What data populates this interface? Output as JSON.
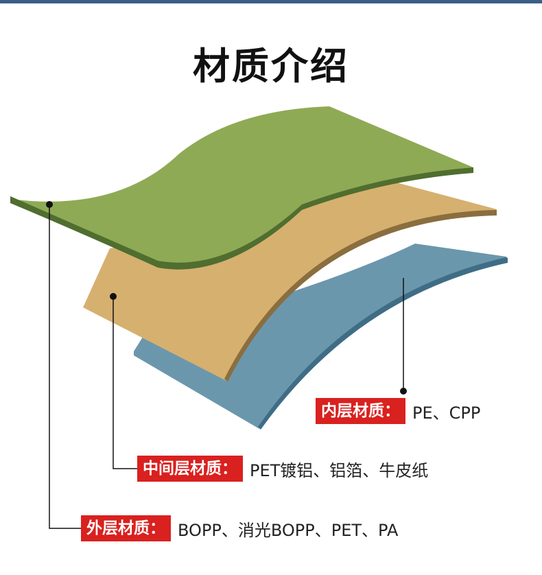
{
  "title": "材质介绍",
  "layers": {
    "inner": {
      "label": "内层材质：",
      "value": "PE、CPP",
      "color": "#6b97ad"
    },
    "middle": {
      "label": "中间层材质：",
      "value": "PET镀铝、铝箔、牛皮纸",
      "color": "#d6b06f"
    },
    "outer": {
      "label": "外层材质：",
      "value": "BOPP、消光BOPP、PET、PA",
      "color": "#8faa55"
    }
  },
  "colors": {
    "tag_bg": "#d9211f",
    "top_bar": "#3a5f86",
    "outer_edge": "#4f6e2f"
  }
}
